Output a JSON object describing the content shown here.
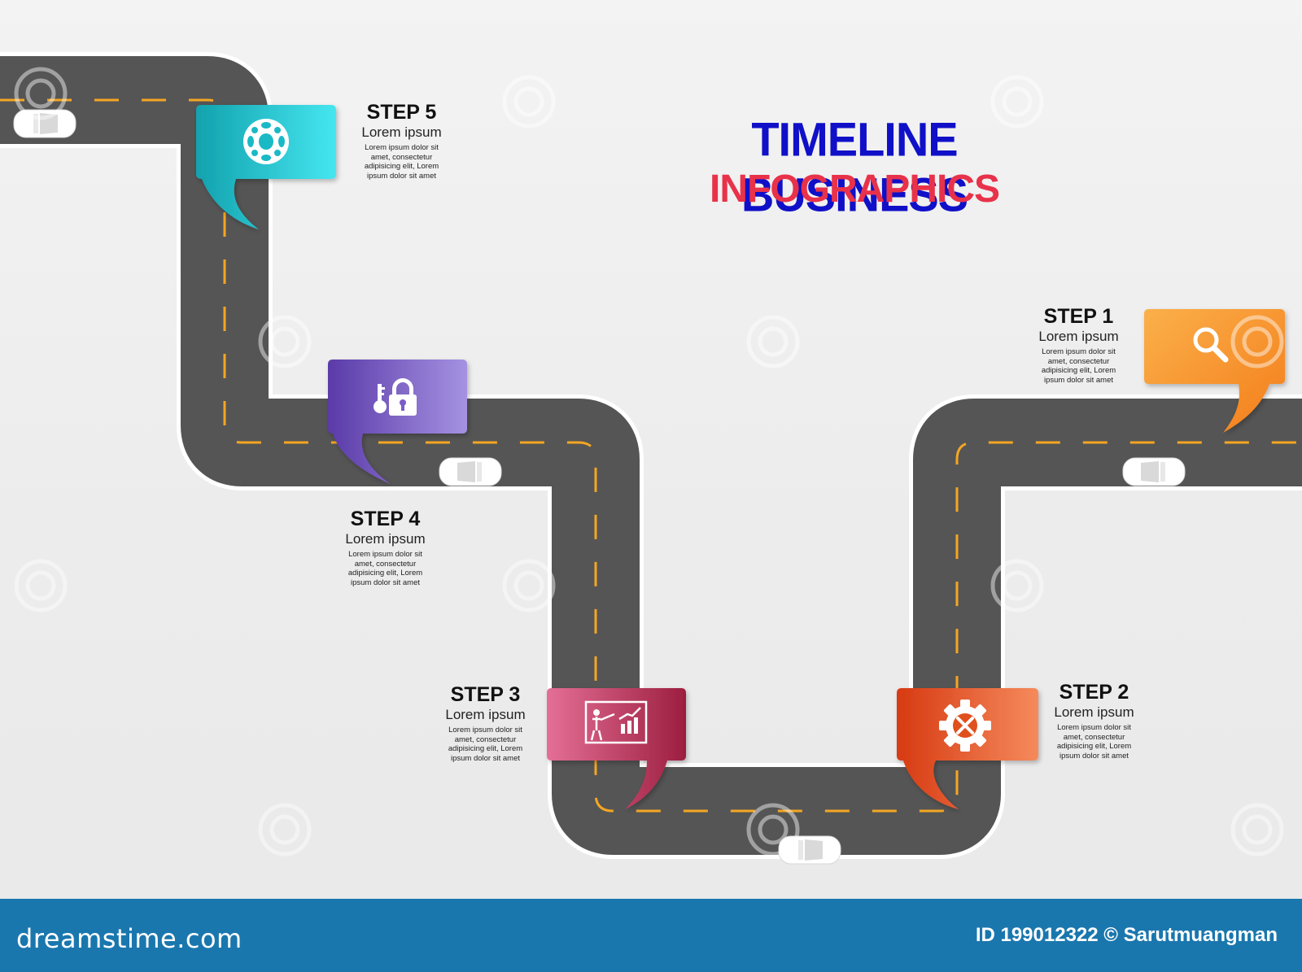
{
  "title": {
    "line1": "TIMELINE BUSINESS",
    "line2": "INFOGRAPHICS",
    "line1_color": "#1010c8",
    "line2_color": "#e8324a"
  },
  "steps": [
    {
      "label": "STEP 1",
      "subtitle": "Lorem ipsum",
      "body": "Lorem ipsum dolor sit amet, consectetur adipisicing elit, Lorem ipsum dolor sit amet",
      "icon": "magnifier-icon",
      "color_top": "#fbb04a",
      "color_bottom": "#f37d1a"
    },
    {
      "label": "STEP 2",
      "subtitle": "Lorem ipsum",
      "body": "Lorem ipsum dolor sit amet, consectetur adipisicing elit, Lorem ipsum dolor sit amet",
      "icon": "gear-wrench-icon",
      "color_top": "#f26a3c",
      "color_bottom": "#d73a12"
    },
    {
      "label": "STEP 3",
      "subtitle": "Lorem ipsum",
      "body": "Lorem ipsum dolor sit amet, consectetur adipisicing elit, Lorem ipsum dolor sit amet",
      "icon": "presentation-icon",
      "color_top": "#e26a90",
      "color_bottom": "#b4284e"
    },
    {
      "label": "STEP 4",
      "subtitle": "Lorem ipsum",
      "body": "Lorem ipsum dolor sit amet, consectetur adipisicing elit, Lorem ipsum dolor sit amet",
      "icon": "key-lock-icon",
      "color_top": "#a28be0",
      "color_bottom": "#6846b8"
    },
    {
      "label": "STEP 5",
      "subtitle": "Lorem ipsum",
      "body": "Lorem ipsum dolor sit amet, consectetur adipisicing elit, Lorem ipsum dolor sit amet",
      "icon": "globe-icon",
      "color_top": "#3fe0ea",
      "color_bottom": "#13a7b4"
    }
  ],
  "road": {
    "asphalt": "#555555",
    "edge": "#ffffff",
    "center_line": "#f5a623",
    "car": "#ffffff"
  },
  "footer": {
    "brand": "dreamstime.com",
    "credit": "ID 199012322 © Sarutmuangman",
    "background": "#1a77ae"
  }
}
